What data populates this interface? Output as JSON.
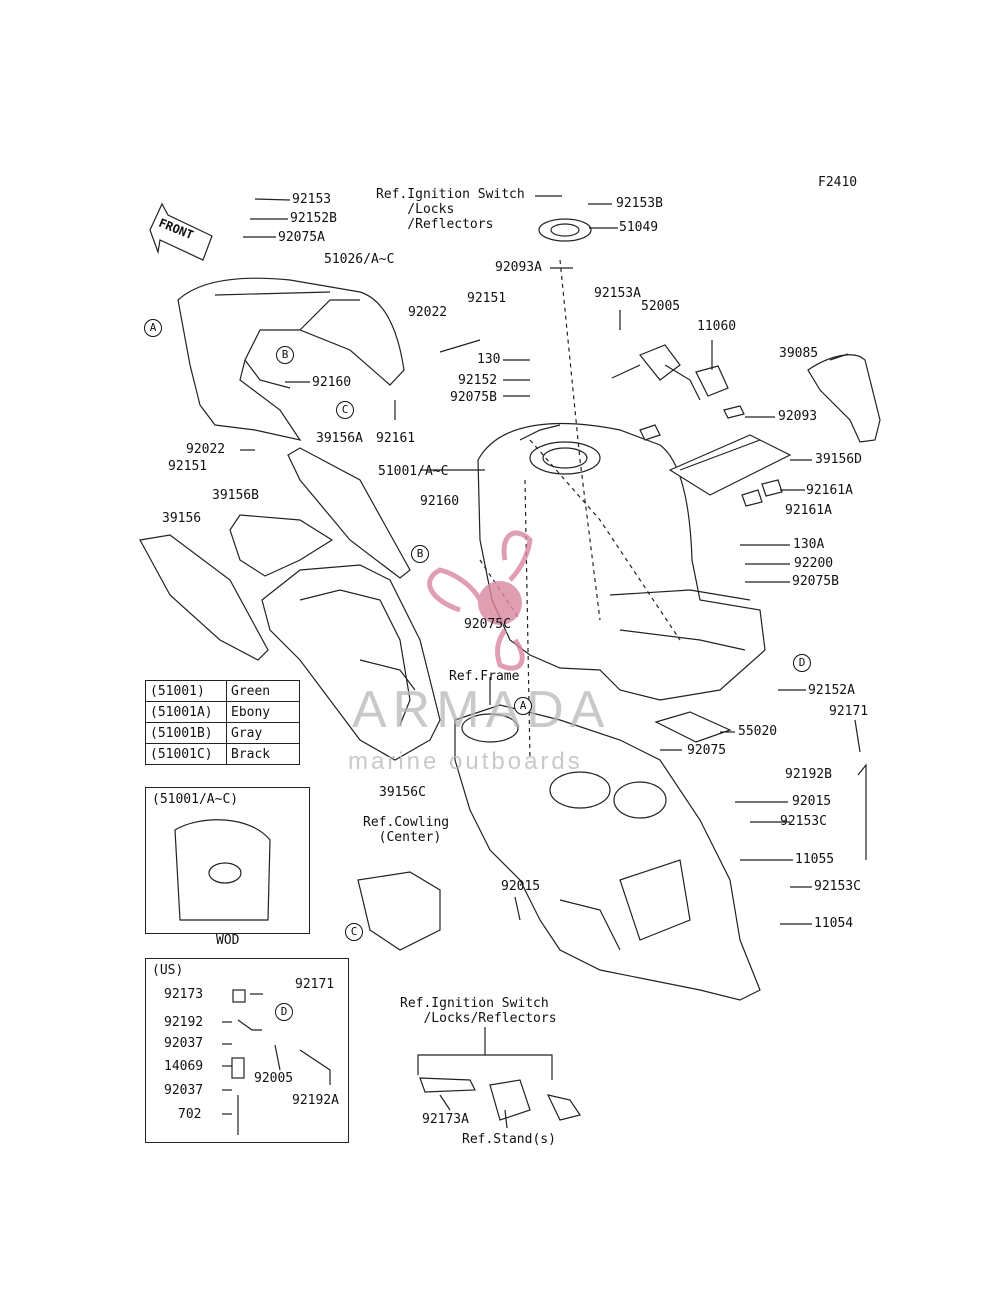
{
  "figure_code": "F2410",
  "front_arrow_text": "FRONT",
  "parts": [
    {
      "id": "p1",
      "text": "92153"
    },
    {
      "id": "p2",
      "text": "92152B"
    },
    {
      "id": "p3",
      "text": "92075A"
    },
    {
      "id": "p4",
      "text": "51026/A~C"
    },
    {
      "id": "p5",
      "text": "92022"
    },
    {
      "id": "p6",
      "text": "92151"
    },
    {
      "id": "p7",
      "text": "130"
    },
    {
      "id": "p8",
      "text": "92152"
    },
    {
      "id": "p9",
      "text": "92075B"
    },
    {
      "id": "p10",
      "text": "92160"
    },
    {
      "id": "p11",
      "text": "92161"
    },
    {
      "id": "p12",
      "text": "39156A"
    },
    {
      "id": "p13",
      "text": "92022"
    },
    {
      "id": "p14",
      "text": "92151"
    },
    {
      "id": "p15",
      "text": "51001/A~C"
    },
    {
      "id": "p16",
      "text": "39156B"
    },
    {
      "id": "p17",
      "text": "92160"
    },
    {
      "id": "p18",
      "text": "39156"
    },
    {
      "id": "p19",
      "text": "92075C"
    },
    {
      "id": "p20",
      "text": "92153B"
    },
    {
      "id": "p21",
      "text": "51049"
    },
    {
      "id": "p22",
      "text": "92093A"
    },
    {
      "id": "p23",
      "text": "92153A"
    },
    {
      "id": "p24",
      "text": "52005"
    },
    {
      "id": "p25",
      "text": "11060"
    },
    {
      "id": "p26",
      "text": "39085"
    },
    {
      "id": "p27",
      "text": "92093"
    },
    {
      "id": "p28",
      "text": "39156D"
    },
    {
      "id": "p29",
      "text": "92161A"
    },
    {
      "id": "p30",
      "text": "92161A"
    },
    {
      "id": "p31",
      "text": "130A"
    },
    {
      "id": "p32",
      "text": "92200"
    },
    {
      "id": "p33",
      "text": "92075B"
    },
    {
      "id": "p34",
      "text": "92152A"
    },
    {
      "id": "p35",
      "text": "92171"
    },
    {
      "id": "p36",
      "text": "55020"
    },
    {
      "id": "p37",
      "text": "92075"
    },
    {
      "id": "p38",
      "text": "92192B"
    },
    {
      "id": "p39",
      "text": "92015"
    },
    {
      "id": "p40",
      "text": "92153C"
    },
    {
      "id": "p41",
      "text": "11055"
    },
    {
      "id": "p42",
      "text": "92153C"
    },
    {
      "id": "p43",
      "text": "11054"
    },
    {
      "id": "p44",
      "text": "39156C"
    },
    {
      "id": "p45",
      "text": "92015"
    },
    {
      "id": "p46",
      "text": "92173"
    },
    {
      "id": "p47",
      "text": "92171"
    },
    {
      "id": "p48",
      "text": "92192"
    },
    {
      "id": "p49",
      "text": "92037"
    },
    {
      "id": "p50",
      "text": "14069"
    },
    {
      "id": "p51",
      "text": "92037"
    },
    {
      "id": "p52",
      "text": "702"
    },
    {
      "id": "p53",
      "text": "92005"
    },
    {
      "id": "p54",
      "text": "92192A"
    },
    {
      "id": "p55",
      "text": "92173A"
    }
  ],
  "references": [
    {
      "id": "r1",
      "text": "Ref.Ignition Switch\n    /Locks\n    /Reflectors"
    },
    {
      "id": "r2",
      "text": "Ref.Frame"
    },
    {
      "id": "r3",
      "text": "Ref.Cowling\n  (Center)"
    },
    {
      "id": "r4",
      "text": "Ref.Ignition Switch\n   /Locks/Reflectors"
    },
    {
      "id": "r5",
      "text": "Ref.Stand(s)"
    }
  ],
  "callouts": [
    {
      "id": "c1",
      "text": "A"
    },
    {
      "id": "c2",
      "text": "B"
    },
    {
      "id": "c3",
      "text": "C"
    },
    {
      "id": "c4",
      "text": "B"
    },
    {
      "id": "c5",
      "text": "A"
    },
    {
      "id": "c6",
      "text": "D"
    },
    {
      "id": "c7",
      "text": "C"
    },
    {
      "id": "c8",
      "text": "D"
    }
  ],
  "color_table": [
    {
      "code": "(51001)",
      "color": "Green"
    },
    {
      "code": "(51001A)",
      "color": "Ebony"
    },
    {
      "code": "(51001B)",
      "color": "Gray"
    },
    {
      "code": "(51001C)",
      "color": "Brack"
    }
  ],
  "inset_wod": {
    "title": "(51001/A~C)",
    "caption": "WOD"
  },
  "inset_us": {
    "title": "(US)"
  },
  "watermark": {
    "line1": "ARMADA",
    "line2": "marine outboards",
    "accent_color": "#d9869f"
  },
  "line_color": "#222222"
}
